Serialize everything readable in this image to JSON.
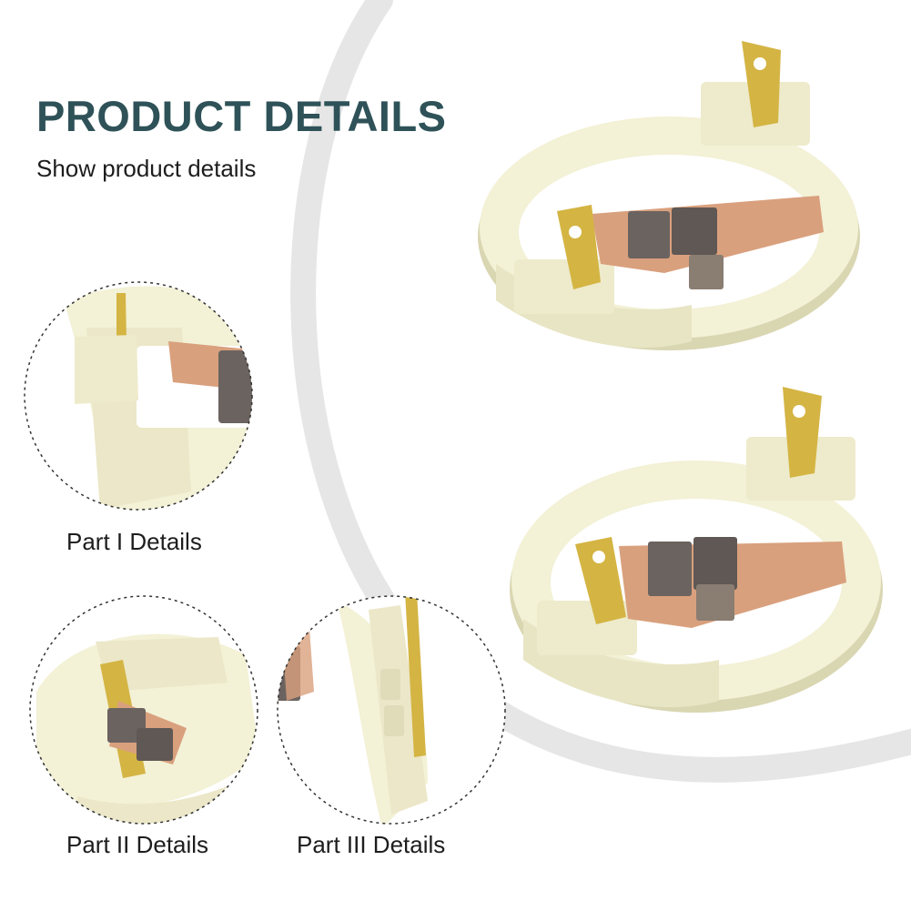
{
  "header": {
    "title": "PRODUCT DETAILS",
    "subtitle": "Show product details"
  },
  "details": [
    {
      "label": "Part I Details"
    },
    {
      "label": "Part II Details"
    },
    {
      "label": "Part III Details"
    }
  ],
  "colors": {
    "title": "#2e5258",
    "text": "#1d1d1d",
    "arc": "#e6e6e6",
    "dashed_outline": "#333333",
    "plastic": "#f3f1d6",
    "plastic_shadow": "#d9d6b2",
    "brass": "#d4b443",
    "copper": "#d9a07d",
    "carbon": "#6b6360"
  }
}
